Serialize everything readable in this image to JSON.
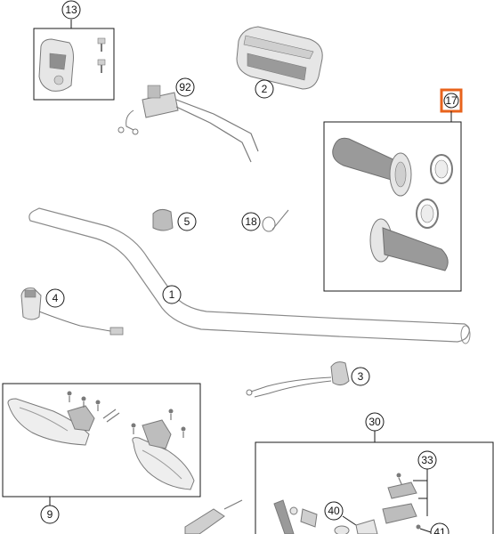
{
  "colors": {
    "line": "#1a1a1a",
    "part_stroke": "#7a7a7a",
    "part_fill": "#e6e6e6",
    "part_dark": "#8f8f8f",
    "highlight": "#e8631c"
  },
  "callouts": {
    "c13": "13",
    "c92": "92",
    "c2": "2",
    "c17": "17",
    "c5": "5",
    "c18": "18",
    "c4": "4",
    "c1": "1",
    "c3": "3",
    "c30": "30",
    "c33": "33",
    "c9": "9",
    "c40": "40",
    "c41": "41"
  },
  "highlighted_callout": "17"
}
